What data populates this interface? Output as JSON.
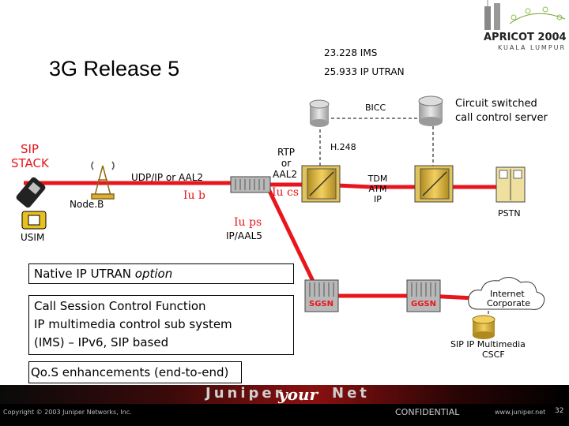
{
  "title": "3G Release 5",
  "specs": [
    "23.228 IMS",
    "25.933 IP UTRAN"
  ],
  "apricot_logo": {
    "line1": "APRICOT 2004",
    "line2": "KUALA LUMPUR"
  },
  "labels": {
    "bicc": "BICC",
    "circuit_server": [
      "Circuit switched",
      "call control server"
    ],
    "sip_stack": [
      "SIP",
      "STACK"
    ],
    "node_b": "Node.B",
    "usim": "USIM",
    "udp_ip": "UDP/IP or AAL2",
    "iub": "Iu b",
    "rtp": [
      "RTP",
      "or",
      "AAL2"
    ],
    "iucs": "Iu cs",
    "h248": "H.248",
    "tdm": [
      "TDM",
      "ATM",
      "IP"
    ],
    "pstn": "PSTN",
    "iups": "Iu ps",
    "ip_aal5": "IP/AAL5",
    "sgsn": "SGSN",
    "ggsn": "GGSN",
    "internet_cloud": [
      "Internet",
      "Corporate"
    ],
    "cscf": [
      "SIP IP Multimedia",
      "CSCF"
    ]
  },
  "boxes": {
    "native_ip": {
      "prefix": "Native IP UTRAN ",
      "emphasis": "option"
    },
    "cscf_box": [
      "Call Session Control Function",
      "IP multimedia control sub system",
      "(IMS) – IPv6, SIP based"
    ],
    "qos": "Qo.S enhancements (end-to-end)"
  },
  "footer": {
    "brand_left": "Juniper",
    "brand_mid": "your",
    "brand_right": "Net",
    "copyright": "Copyright © 2003 Juniper Networks, Inc.",
    "confidential": "CONFIDENTIAL",
    "url": "www.juniper.net",
    "page_number": "32"
  },
  "colors": {
    "red_line": "#e8161c",
    "accent_red": "#e8161c",
    "gear_face": "#e8c020"
  }
}
